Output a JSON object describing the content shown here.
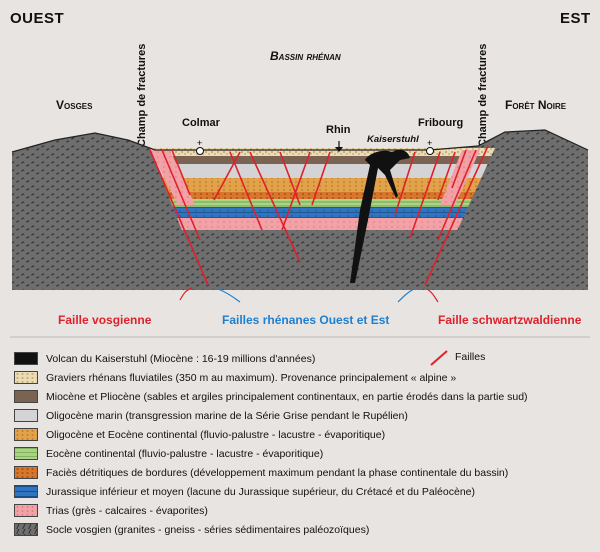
{
  "header": {
    "west": "OUEST",
    "east": "EST",
    "basin": "Bassin rhénan"
  },
  "places": {
    "vosges": "Vosges",
    "foret_noire": "Forêt Noire",
    "colmar": "Colmar",
    "fribourg": "Fribourg",
    "rhin": "Rhin",
    "kaiserstuhl": "Kaiserstuhl"
  },
  "fracture_fields": {
    "left": "Champ de fractures",
    "right": "Champ de fractures"
  },
  "faults": {
    "vosgienne": "Faille vosgienne",
    "rhenanes": "Failles rhénanes Ouest et Est",
    "schwartzwaldienne": "Faille schwartzwaldienne"
  },
  "legend": {
    "failles_label": "Failles",
    "items": [
      {
        "text": "Volcan du Kaiserstuhl (Miocène : 16-19 millions d'années)",
        "color": "#111111"
      },
      {
        "text": "Graviers rhénans fluviatiles (350 m au maximum). Provenance principalement « alpine »",
        "color": "#ecdcb4"
      },
      {
        "text": "Miocène et Pliocène (sables et argiles principalement continentaux, en partie érodés dans la partie sud)",
        "color": "#7a6352"
      },
      {
        "text": "Oligocène marin (transgression marine de la Série Grise pendant le Rupélien)",
        "color": "#d4d4d6"
      },
      {
        "text": "Oligocène et Eocène continental (fluvio-palustre - lacustre - évaporitique)",
        "color": "#e2a24a"
      },
      {
        "text": "Eocène continental (fluvio-palustre - lacustre - évaporitique)",
        "color": "#a8d484"
      },
      {
        "text": "Faciès détritiques de bordures (développement maximum pendant la phase continentale du bassin)",
        "color": "#d8762c"
      },
      {
        "text": "Jurassique inférieur et moyen (lacune du Jurassique supérieur, du Crétacé et du Paléocène)",
        "color": "#2f74c0"
      },
      {
        "text": "Trias (grès - calcaires - évaporites)",
        "color": "#f2a2a6"
      },
      {
        "text": "Socle vosgien (granites - gneiss - séries sédimentaires paléozoïques)",
        "color": "#6f6f6f"
      }
    ]
  }
}
